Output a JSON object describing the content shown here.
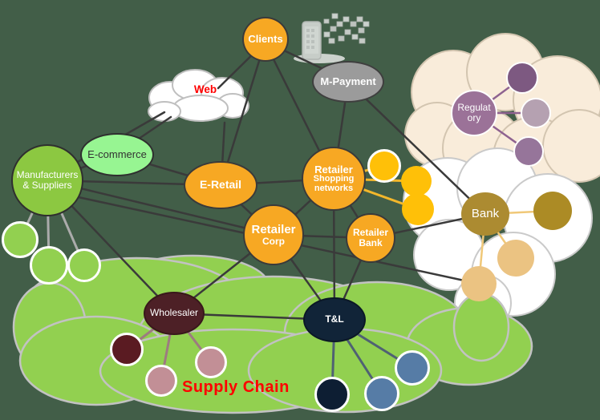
{
  "diagram": {
    "title": "Retail ecosystem network diagram",
    "labels": {
      "web": "Web",
      "supply_chain": "Supply Chain"
    },
    "nodes": {
      "clients": {
        "label": "Clients"
      },
      "m_payment": {
        "label": "M-Payment"
      },
      "e_commerce": {
        "label": "E-commerce"
      },
      "manufacturers": {
        "line1": "Manufacturers",
        "line2": "& Suppliers"
      },
      "e_retail": {
        "label": "E-Retail"
      },
      "retailer_shopping": {
        "line1": "Retailer",
        "line2": "Shopping",
        "line3": "networks"
      },
      "retailer_corp": {
        "line1": "Retailer",
        "line2": "Corp"
      },
      "retailer_bank": {
        "line1": "Retailer",
        "line2": "Bank"
      },
      "bank": {
        "label": "Bank"
      },
      "regulatory": {
        "line1": "Regulat",
        "line2": "ory"
      },
      "wholesaler": {
        "label": "Wholesaler"
      },
      "t_and_l": {
        "label": "T&L"
      }
    },
    "icons": {
      "device": "smartphone-and-app-cubes-icon"
    },
    "colors": {
      "background": "#425E48",
      "node_orange": "#F7A823",
      "node_yellow": "#FFC008",
      "node_green": "#8CC841",
      "node_light_green": "#97F592",
      "sub_green": "#92D050",
      "node_gray": "#9B9B9B",
      "node_maroon": "#4D2026",
      "node_pink": "#C28F96",
      "node_navy": "#112438",
      "node_blue": "#567CA6",
      "node_gold": "#AC8B31",
      "node_tan": "#EBC382",
      "node_purple": "#9B7298",
      "cloud_white": "#FFFFFF",
      "cloud_beige": "#F9ECDA",
      "cloud_green": "#92D050",
      "edge_dark": "#3A3A3A",
      "edge_yellow": "#F3B72B",
      "edge_gold": "#F0C878",
      "edge_purple": "#8E6290",
      "text_red": "#FF0000"
    }
  }
}
